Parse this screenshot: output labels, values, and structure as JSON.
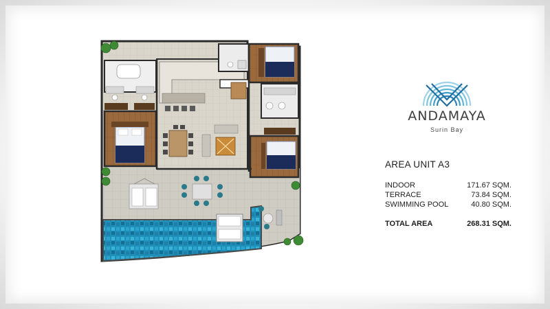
{
  "brand": {
    "name": "ANDAMAYA",
    "tagline": "Surin Bay",
    "colors": {
      "logo_light": "#5fb6d9",
      "logo_dark": "#1f6fa3"
    }
  },
  "unit": {
    "title": "AREA UNIT A3",
    "areas": [
      {
        "label": "INDOOR",
        "value": "171.67 SQM."
      },
      {
        "label": "TERRACE",
        "value": "73.84 SQM."
      },
      {
        "label": "SWIMMING POOL",
        "value": "40.80 SQM."
      }
    ],
    "total": {
      "label": "TOTAL AREA",
      "value": "268.31 SQM."
    }
  },
  "floorplan": {
    "rooms": [
      "bedroom",
      "bedroom",
      "bedroom",
      "bathroom",
      "bathroom",
      "bathroom",
      "kitchen",
      "dining",
      "living",
      "terrace",
      "swimming-pool"
    ],
    "colors": {
      "wall": "#2b2b2b",
      "floor": "#d8d3c8",
      "wood": "#9a6a3e",
      "pool": "#1d8fb8",
      "bed": "#eef1f6"
    }
  }
}
